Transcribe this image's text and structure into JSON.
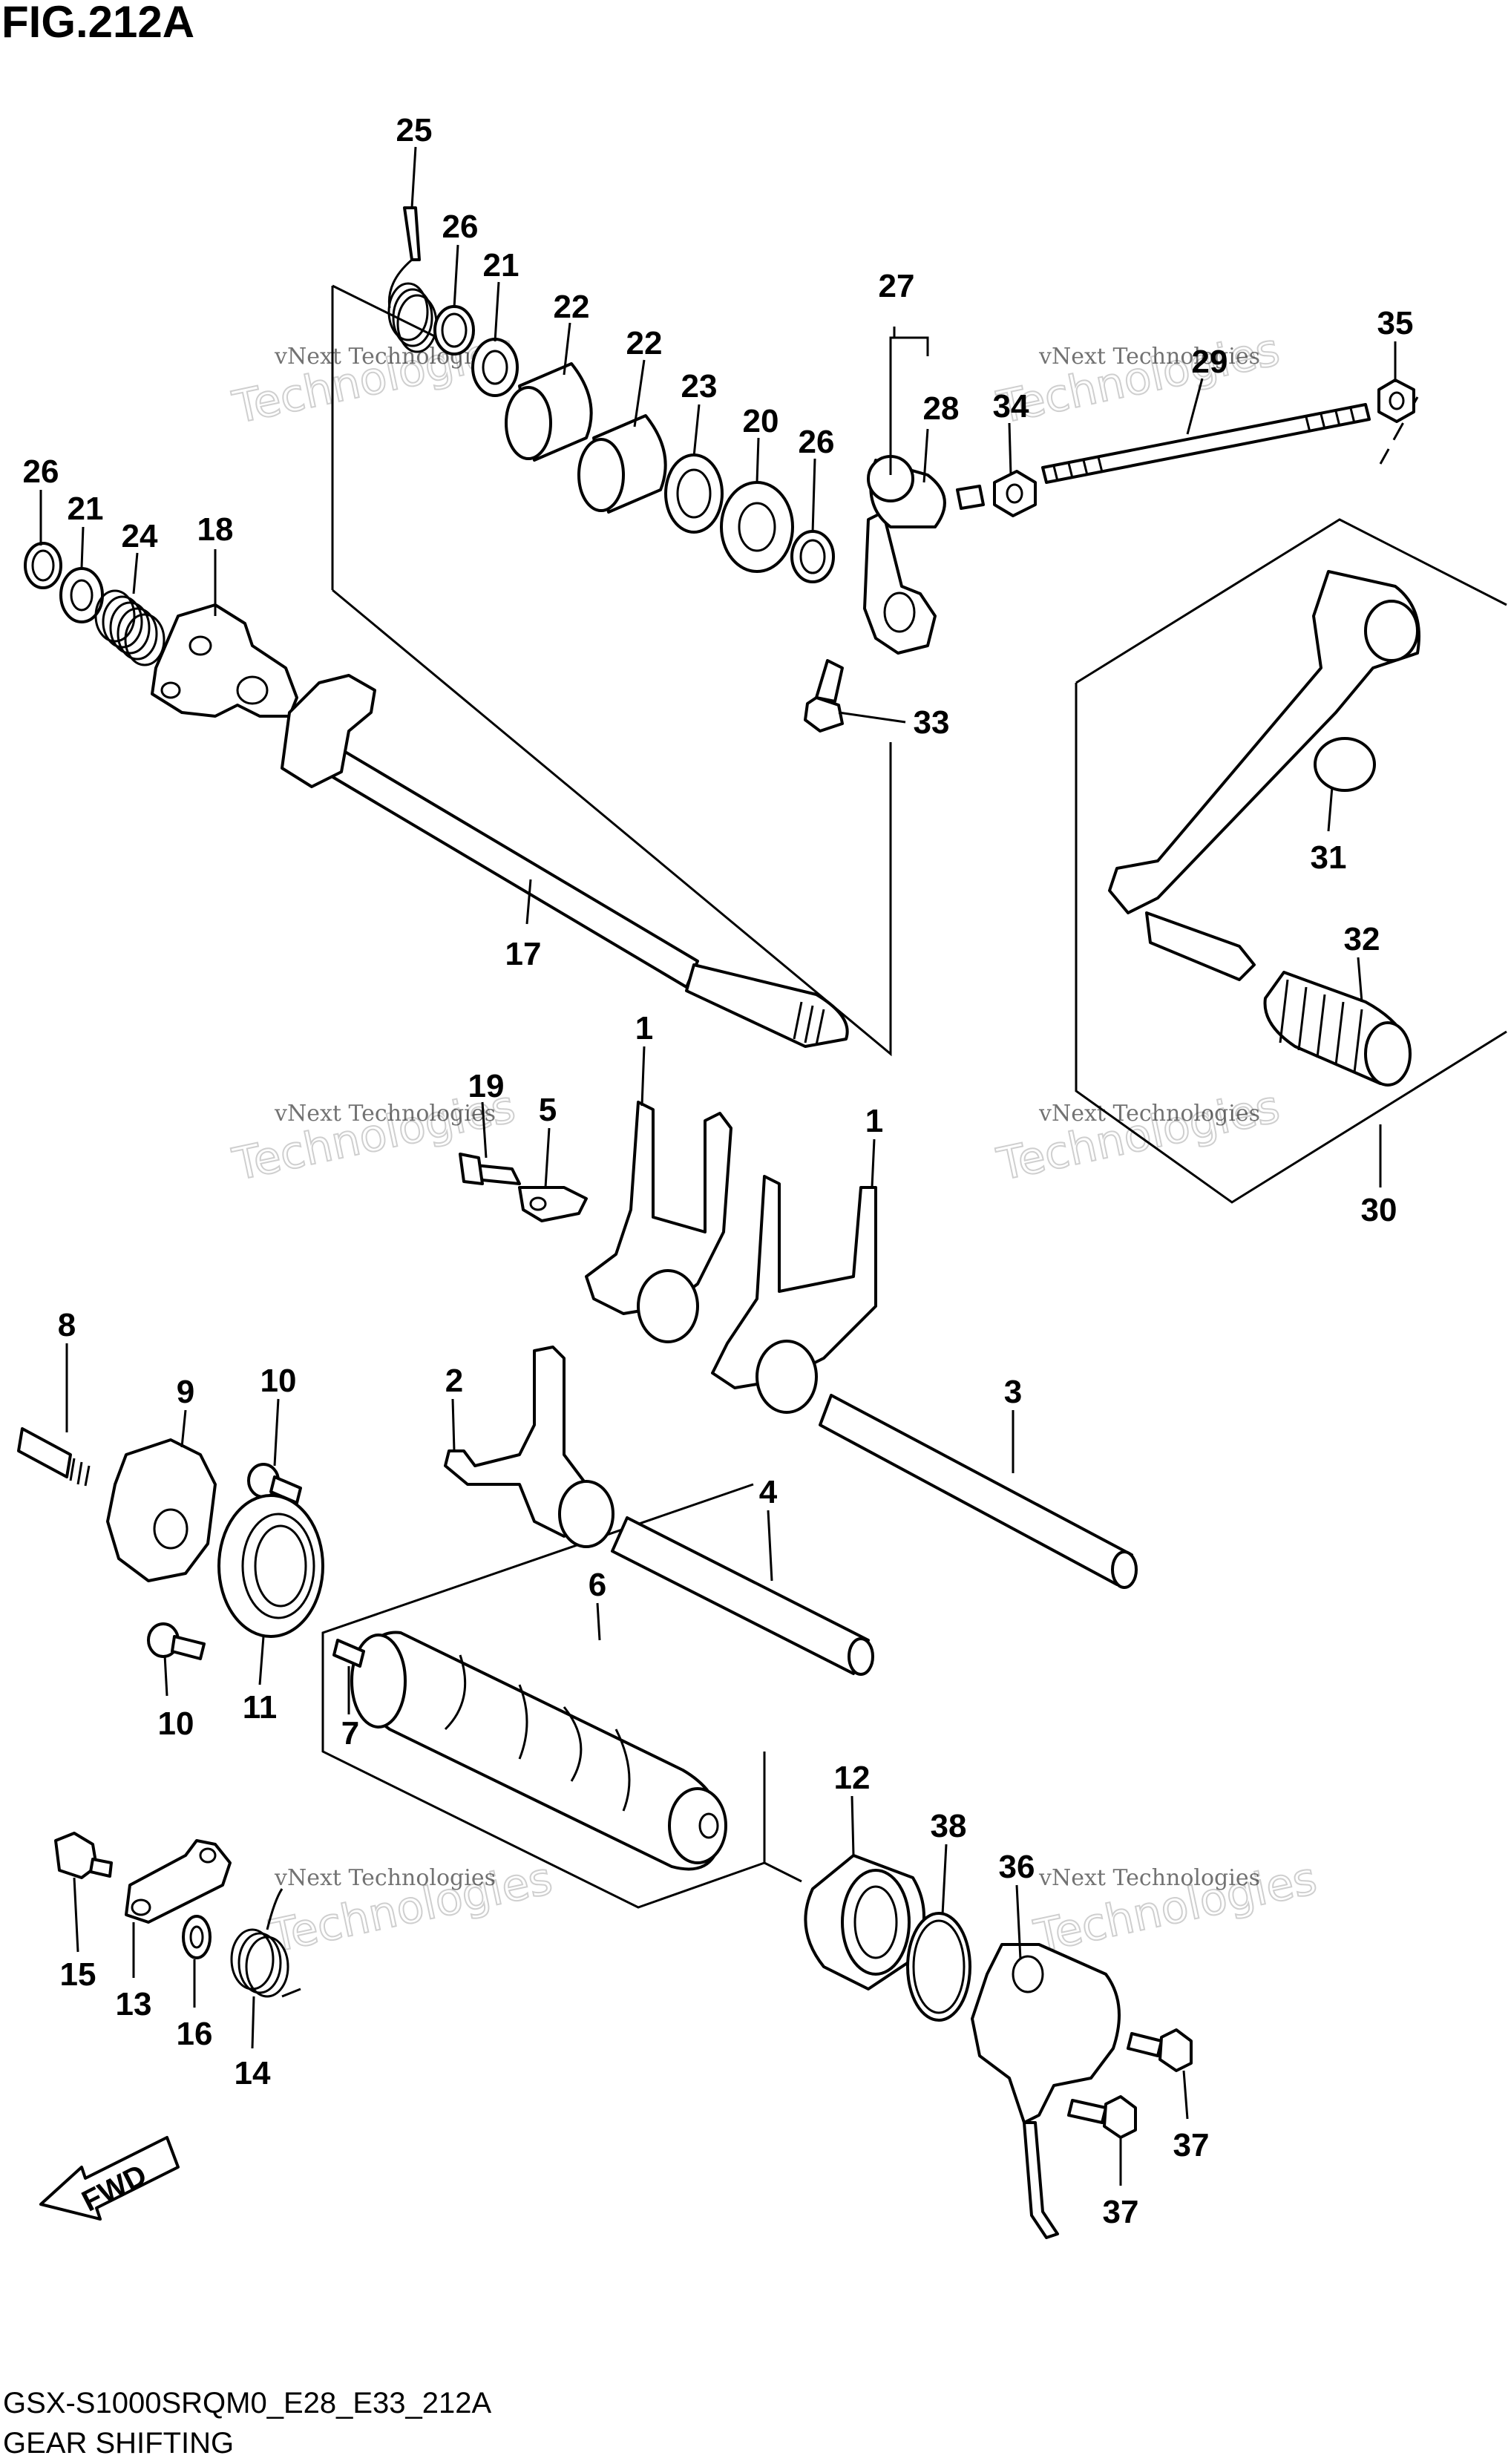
{
  "figure": {
    "title": "FIG.212A",
    "code": "GSX-S1000SRQM0_E28_E33_212A",
    "name": "GEAR SHIFTING",
    "direction_badge": "FWD"
  },
  "watermark": {
    "small": "vNext Technologies",
    "large": "Technologies"
  },
  "callouts": [
    {
      "id": "c25",
      "text": "25"
    },
    {
      "id": "c26a",
      "text": "26"
    },
    {
      "id": "c21a",
      "text": "21"
    },
    {
      "id": "c22a",
      "text": "22"
    },
    {
      "id": "c22b",
      "text": "22"
    },
    {
      "id": "c23",
      "text": "23"
    },
    {
      "id": "c20",
      "text": "20"
    },
    {
      "id": "c26b",
      "text": "26"
    },
    {
      "id": "c27",
      "text": "27"
    },
    {
      "id": "c28",
      "text": "28"
    },
    {
      "id": "c34",
      "text": "34"
    },
    {
      "id": "c29",
      "text": "29"
    },
    {
      "id": "c35",
      "text": "35"
    },
    {
      "id": "c26c",
      "text": "26"
    },
    {
      "id": "c21b",
      "text": "21"
    },
    {
      "id": "c24",
      "text": "24"
    },
    {
      "id": "c18",
      "text": "18"
    },
    {
      "id": "c33",
      "text": "33"
    },
    {
      "id": "c31",
      "text": "31"
    },
    {
      "id": "c32",
      "text": "32"
    },
    {
      "id": "c17",
      "text": "17"
    },
    {
      "id": "c1a",
      "text": "1"
    },
    {
      "id": "c19",
      "text": "19"
    },
    {
      "id": "c5",
      "text": "5"
    },
    {
      "id": "c1b",
      "text": "1"
    },
    {
      "id": "c30",
      "text": "30"
    },
    {
      "id": "c8",
      "text": "8"
    },
    {
      "id": "c9",
      "text": "9"
    },
    {
      "id": "c10a",
      "text": "10"
    },
    {
      "id": "c2",
      "text": "2"
    },
    {
      "id": "c3",
      "text": "3"
    },
    {
      "id": "c4",
      "text": "4"
    },
    {
      "id": "c6",
      "text": "6"
    },
    {
      "id": "c10b",
      "text": "10"
    },
    {
      "id": "c11",
      "text": "11"
    },
    {
      "id": "c7",
      "text": "7"
    },
    {
      "id": "c12",
      "text": "12"
    },
    {
      "id": "c38",
      "text": "38"
    },
    {
      "id": "c36",
      "text": "36"
    },
    {
      "id": "c15",
      "text": "15"
    },
    {
      "id": "c13",
      "text": "13"
    },
    {
      "id": "c16",
      "text": "16"
    },
    {
      "id": "c14",
      "text": "14"
    },
    {
      "id": "c37a",
      "text": "37"
    },
    {
      "id": "c37b",
      "text": "37"
    }
  ]
}
